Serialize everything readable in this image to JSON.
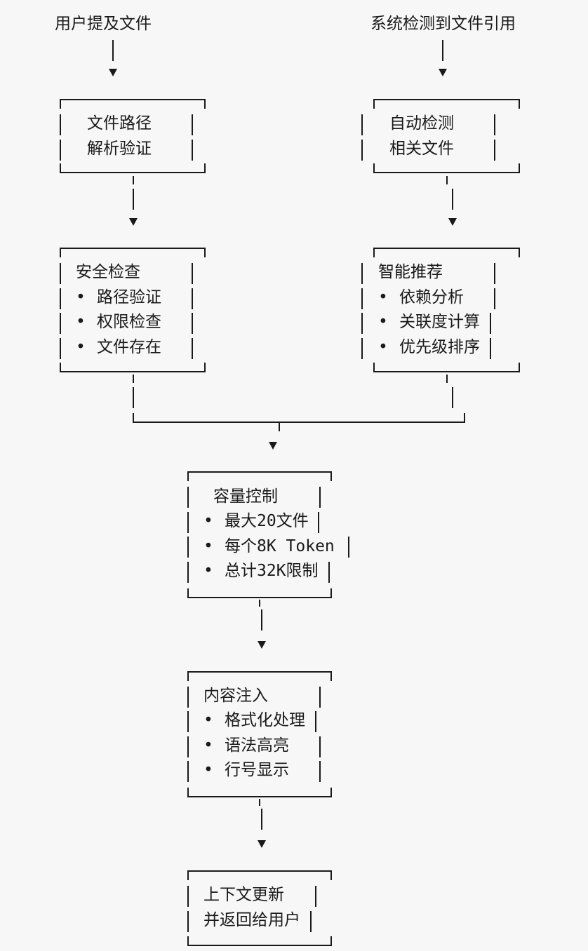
{
  "sources": {
    "left": "用户提及文件",
    "right": "系统检测到文件引用"
  },
  "boxes": {
    "path_parse": {
      "lines": [
        "文件路径",
        "解析验证"
      ]
    },
    "auto_detect": {
      "lines": [
        "自动检测",
        "相关文件"
      ]
    },
    "security": {
      "title": "安全检查",
      "items": [
        "路径验证",
        "权限检查",
        "文件存在"
      ]
    },
    "smart": {
      "title": "智能推荐",
      "items": [
        "依赖分析",
        "关联度计算",
        "优先级排序"
      ]
    },
    "capacity": {
      "title": "容量控制",
      "items": [
        "最大20文件",
        "每个8K Token",
        "总计32K限制"
      ]
    },
    "inject": {
      "title": "内容注入",
      "items": [
        "格式化处理",
        "语法高亮",
        "行号显示"
      ]
    },
    "final": {
      "lines": [
        "上下文更新",
        "并返回给用户"
      ]
    }
  },
  "bullet_glyph": "•"
}
